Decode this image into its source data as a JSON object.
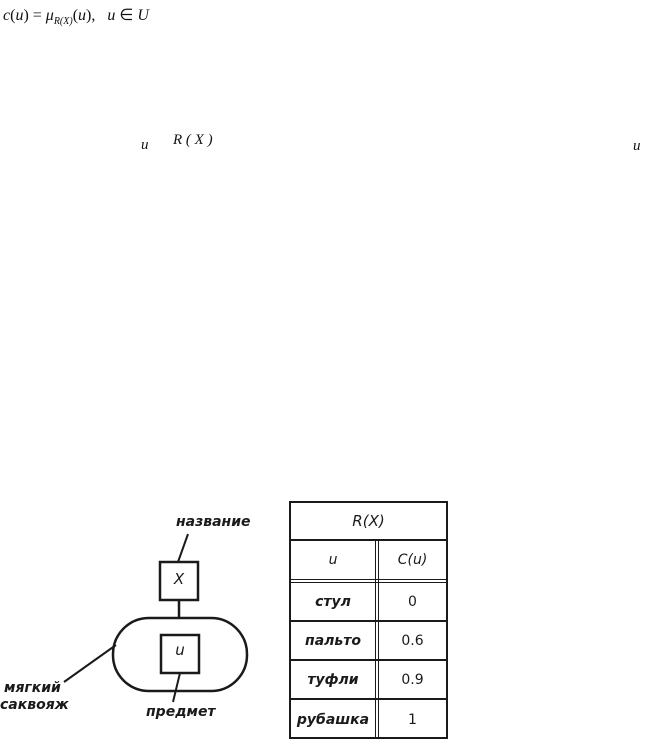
{
  "formula": {
    "c": "c",
    "lparen1": "(",
    "u1": "u",
    "rparen1": ")",
    "eq": " = ",
    "mu": "μ",
    "sub": "R(X)",
    "lparen2": "(",
    "u2": "u",
    "rparen2": ")",
    "comma": ",",
    "u3": "u",
    "in": " ∈ ",
    "U": "U"
  },
  "inline": {
    "var_u_left": "u",
    "var_rx": "R ( X )",
    "var_u_right": "u"
  },
  "diagram": {
    "label_name": "название",
    "label_object": "предмет",
    "label_bag_line1": "мягкий",
    "label_bag_line2": "саквояж",
    "box_top_letter": "X",
    "box_inner_letter": "u"
  },
  "table": {
    "title": "R(X)",
    "headers": [
      "u",
      "C(u)"
    ],
    "rows": [
      {
        "item": "стул",
        "value": "0"
      },
      {
        "item": "пальто",
        "value": "0.6"
      },
      {
        "item": "туфли",
        "value": "0.9"
      },
      {
        "item": "рубашка",
        "value": "1"
      }
    ]
  }
}
